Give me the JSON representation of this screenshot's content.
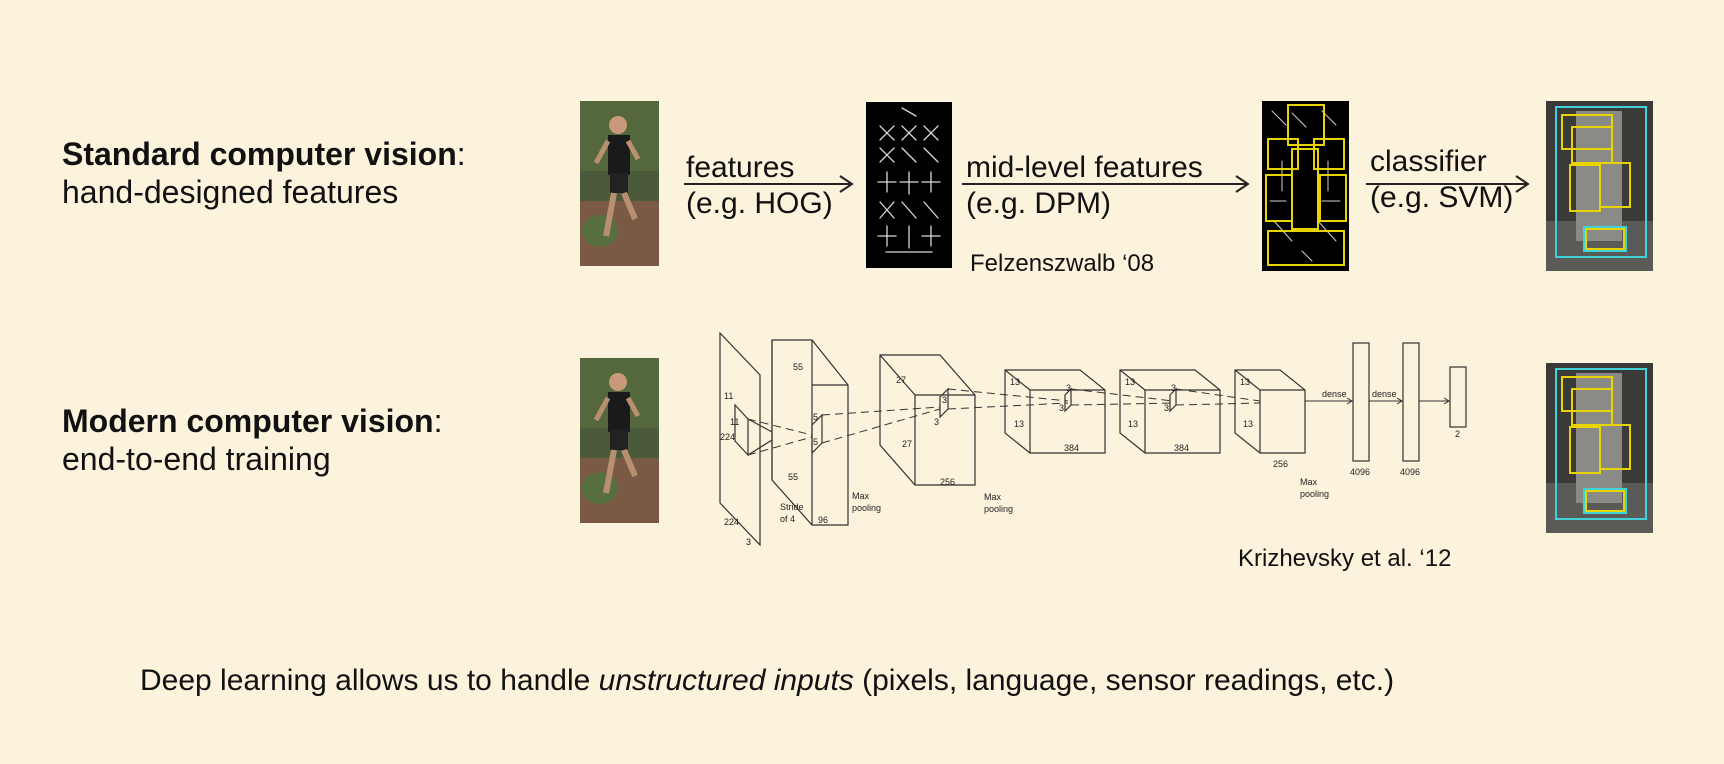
{
  "standard": {
    "title_bold": "Standard computer vision",
    "title_suffix": ":",
    "subtitle": "hand-designed features",
    "step1": {
      "line1": "features",
      "line2": "(e.g. HOG)"
    },
    "step2": {
      "line1": "mid-level features",
      "line2": "(e.g. DPM)"
    },
    "step3": {
      "line1": "classifier",
      "line2": "(e.g. SVM)"
    },
    "citation": "Felzenszwalb ‘08"
  },
  "modern": {
    "title_bold": "Modern computer vision",
    "title_suffix": ":",
    "subtitle": "end-to-end training",
    "citation": "Krizhevsky et al. ‘12",
    "cnn_labels": {
      "in_k": "11",
      "in_k2": "11",
      "in_size": "224",
      "in_size2": "224",
      "in_ch": "3",
      "c1_size": "55",
      "c1_size2": "55",
      "c1_k": "5",
      "c1_k2": "5",
      "c1_ch": "96",
      "stride": "Stride",
      "stride2": "of 4",
      "pool": "Max",
      "pool2": "pooling",
      "c2_size": "27",
      "c2_size2": "27",
      "c2_k": "3",
      "c2_k2": "3",
      "c2_ch": "256",
      "c3_size": "13",
      "c3_size2": "13",
      "c3_k": "3",
      "c3_k2": "3",
      "c3_ch": "384",
      "c4_size": "13",
      "c4_size2": "13",
      "c4_k": "3",
      "c4_k2": "3",
      "c4_ch": "384",
      "c5_size": "13",
      "c5_size2": "13",
      "c5_ch": "256",
      "dense": "dense",
      "dense2": "dense",
      "fc1": "4096",
      "fc2": "4096",
      "out": "2"
    }
  },
  "footer": {
    "pre": "Deep learning allows us to handle ",
    "emph": "unstructured inputs",
    "post": " (pixels, language, sensor readings, etc.)"
  },
  "colors": {
    "background": "#fbf3dc",
    "box_yellow": "#e8d400",
    "box_cyan": "#3fd2d8"
  }
}
